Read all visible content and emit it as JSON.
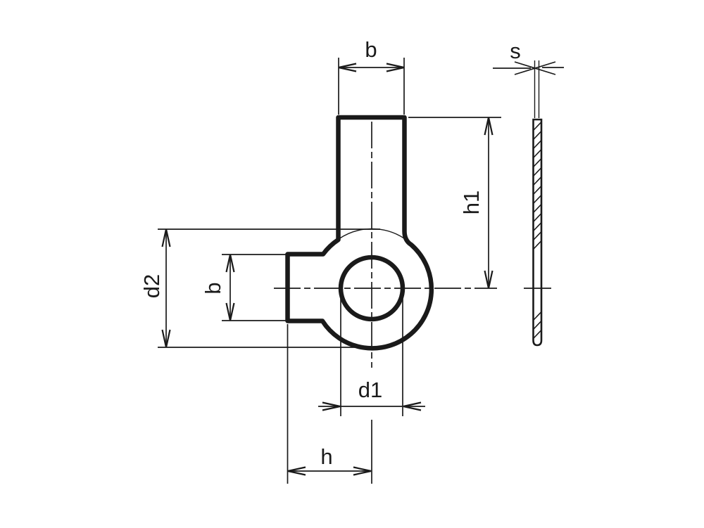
{
  "drawing": {
    "background_color": "#ffffff",
    "line_color": "#1a1a1a",
    "front_view": {
      "name": "tab-washer-front-view",
      "dimensions": {
        "b_top": "b",
        "h1": "h1",
        "d2": "d2",
        "b_left": "b",
        "d1": "d1",
        "h": "h"
      }
    },
    "side_view": {
      "name": "tab-washer-side-view",
      "dimensions": {
        "s": "s"
      }
    }
  }
}
